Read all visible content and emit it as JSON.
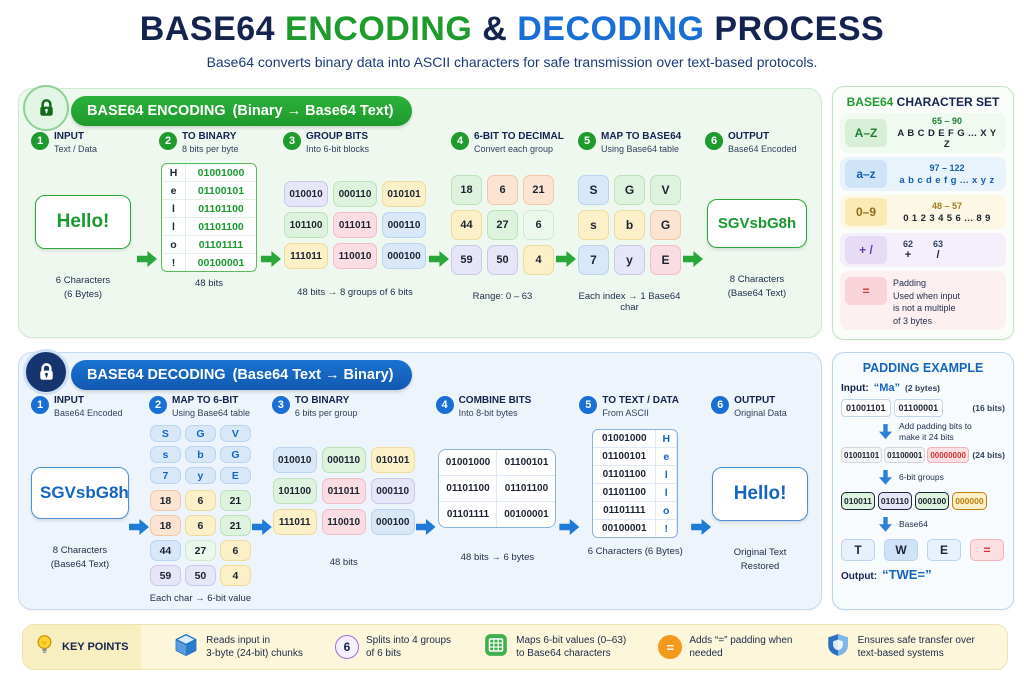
{
  "colors": {
    "green": "#1f9b2e",
    "blue": "#1565c0",
    "navy": "#15234f",
    "red": "#d63333",
    "orange": "#f5991d"
  },
  "header": {
    "title": {
      "base64": "BASE64",
      "encoding": "ENCODING",
      "amp": "&",
      "decoding": "DECODING",
      "process": "PROCESS"
    },
    "subtitle": "Base64 converts binary data into ASCII characters for safe transmission over text-based protocols."
  },
  "encoding": {
    "badge_title": "BASE64 ENCODING",
    "badge_sub": "(Binary → Base64 Text)",
    "steps": {
      "s1": {
        "num": "1",
        "title": "INPUT",
        "subtitle": "Text / Data",
        "card": "Hello!",
        "cap1": "6 Characters",
        "cap2": "(6 Bytes)"
      },
      "s2": {
        "num": "2",
        "title": "TO BINARY",
        "subtitle": "8 bits per byte",
        "rows": [
          {
            "ch": "H",
            "bits": "01001000"
          },
          {
            "ch": "e",
            "bits": "01100101"
          },
          {
            "ch": "l",
            "bits": "01101100"
          },
          {
            "ch": "l",
            "bits": "01101100"
          },
          {
            "ch": "o",
            "bits": "01101111"
          },
          {
            "ch": "!",
            "bits": "00100001"
          }
        ],
        "cap": "48 bits"
      },
      "s3": {
        "num": "3",
        "title": "GROUP BITS",
        "subtitle": "Into 6-bit blocks",
        "cells": [
          "010010",
          "000110",
          "010101",
          "101100",
          "011011",
          "000110",
          "111011",
          "110010",
          "000100"
        ],
        "cap": "48 bits → 8 groups of 6 bits"
      },
      "s4": {
        "num": "4",
        "title": "6-BIT TO DECIMAL",
        "subtitle": "Convert each group",
        "cells": [
          "18",
          "6",
          "21",
          "44",
          "27",
          "6",
          "59",
          "50",
          "4"
        ],
        "cap": "Range: 0 – 63"
      },
      "s5": {
        "num": "5",
        "title": "MAP TO BASE64",
        "subtitle": "Using Base64 table",
        "cells": [
          "S",
          "G",
          "V",
          "s",
          "b",
          "G",
          "7",
          "y",
          "E"
        ],
        "cap": "Each index → 1 Base64 char"
      },
      "s6": {
        "num": "6",
        "title": "OUTPUT",
        "subtitle": "Base64 Encoded",
        "card": "SGVsbG8h",
        "cap1": "8 Characters",
        "cap2": "(Base64 Text)"
      }
    }
  },
  "charset": {
    "title_accent": "BASE64",
    "title_rest": "CHARACTER SET",
    "rows": [
      {
        "badge": "A–Z",
        "range": "65 – 90",
        "chars": "A B C D E F G ... X Y Z"
      },
      {
        "badge": "a–z",
        "range": "97 – 122",
        "chars": "a b c d e f g ... x y z"
      },
      {
        "badge": "0–9",
        "range": "48 – 57",
        "chars": "0 1 2 3 4 5 6 ... 8 9"
      },
      {
        "badge": "+ /",
        "col1_num": "62",
        "col1_char": "+",
        "col2_num": "63",
        "col2_char": "/"
      },
      {
        "badge": "=",
        "line1": "Padding",
        "line2": "Used when input",
        "line3": "is not a multiple",
        "line4": "of 3 bytes"
      }
    ]
  },
  "decoding": {
    "badge_title": "BASE64 DECODING",
    "badge_sub": "(Base64 Text → Binary)",
    "steps": {
      "s1": {
        "num": "1",
        "title": "INPUT",
        "subtitle": "Base64 Encoded",
        "card": "SGVsbG8h",
        "cap1": "8 Characters",
        "cap2": "(Base64 Text)"
      },
      "s2": {
        "num": "2",
        "title": "MAP TO 6-BIT",
        "subtitle": "Using Base64 table",
        "letters": [
          "S",
          "G",
          "V",
          "s",
          "b",
          "G",
          "7",
          "y",
          "E"
        ],
        "values": [
          "18",
          "6",
          "21",
          "18",
          "6",
          "21",
          "44",
          "27",
          "6",
          "59",
          "50",
          "4"
        ],
        "cap": "Each char → 6-bit value"
      },
      "s3": {
        "num": "3",
        "title": "TO BINARY",
        "subtitle": "6 bits per group",
        "cells": [
          "010010",
          "000110",
          "010101",
          "101100",
          "011011",
          "000110",
          "111011",
          "110010",
          "000100"
        ],
        "cap": "48 bits"
      },
      "s4": {
        "num": "4",
        "title": "COMBINE BITS",
        "subtitle": "Into 8-bit bytes",
        "rows": [
          [
            "01001000",
            "01100101"
          ],
          [
            "01101100",
            "01101100"
          ],
          [
            "01101111",
            "00100001"
          ]
        ],
        "cap": "48 bits → 6 bytes"
      },
      "s5": {
        "num": "5",
        "title": "TO TEXT / DATA",
        "subtitle": "From ASCII",
        "rows": [
          {
            "bits": "01001000",
            "ch": "H"
          },
          {
            "bits": "01100101",
            "ch": "e"
          },
          {
            "bits": "01101100",
            "ch": "l"
          },
          {
            "bits": "01101100",
            "ch": "l"
          },
          {
            "bits": "01101111",
            "ch": "o"
          },
          {
            "bits": "00100001",
            "ch": "!"
          }
        ],
        "cap": "6 Characters (6 Bytes)"
      },
      "s6": {
        "num": "6",
        "title": "OUTPUT",
        "subtitle": "Original Data",
        "card": "Hello!",
        "cap1": "Original Text",
        "cap2": "Restored"
      }
    }
  },
  "padding_example": {
    "title": "PADDING EXAMPLE",
    "input_label": "Input:",
    "input_value": "“Ma”",
    "input_note": "(2 bytes)",
    "row16": [
      "01001101",
      "01100001"
    ],
    "note16": "(16 bits)",
    "arrow1_line1": "Add padding bits to",
    "arrow1_line2": "make it 24 bits",
    "row24": [
      "01001101",
      "01100001",
      "00000000"
    ],
    "note24": "(24 bits)",
    "arrow2_label": "6-bit groups",
    "groups": [
      "010011",
      "010110",
      "000100",
      "000000"
    ],
    "arrow3_label": "Base64",
    "chars": [
      "T",
      "W",
      "E",
      "="
    ],
    "output_label": "Output:",
    "output_value": "“TWE=”"
  },
  "keypoints": {
    "label": "KEY POINTS",
    "items": [
      {
        "line1": "Reads input in",
        "line2": "3-byte (24-bit) chunks"
      },
      {
        "circle": "6",
        "line1": "Splits into 4 groups",
        "line2": "of 6 bits"
      },
      {
        "line1": "Maps 6-bit values (0–63)",
        "line2": "to Base64 characters"
      },
      {
        "symbol": "=",
        "line1": "Adds “=” padding when",
        "line2": "needed"
      },
      {
        "line1": "Ensures safe transfer over",
        "line2": "text-based systems"
      }
    ]
  }
}
